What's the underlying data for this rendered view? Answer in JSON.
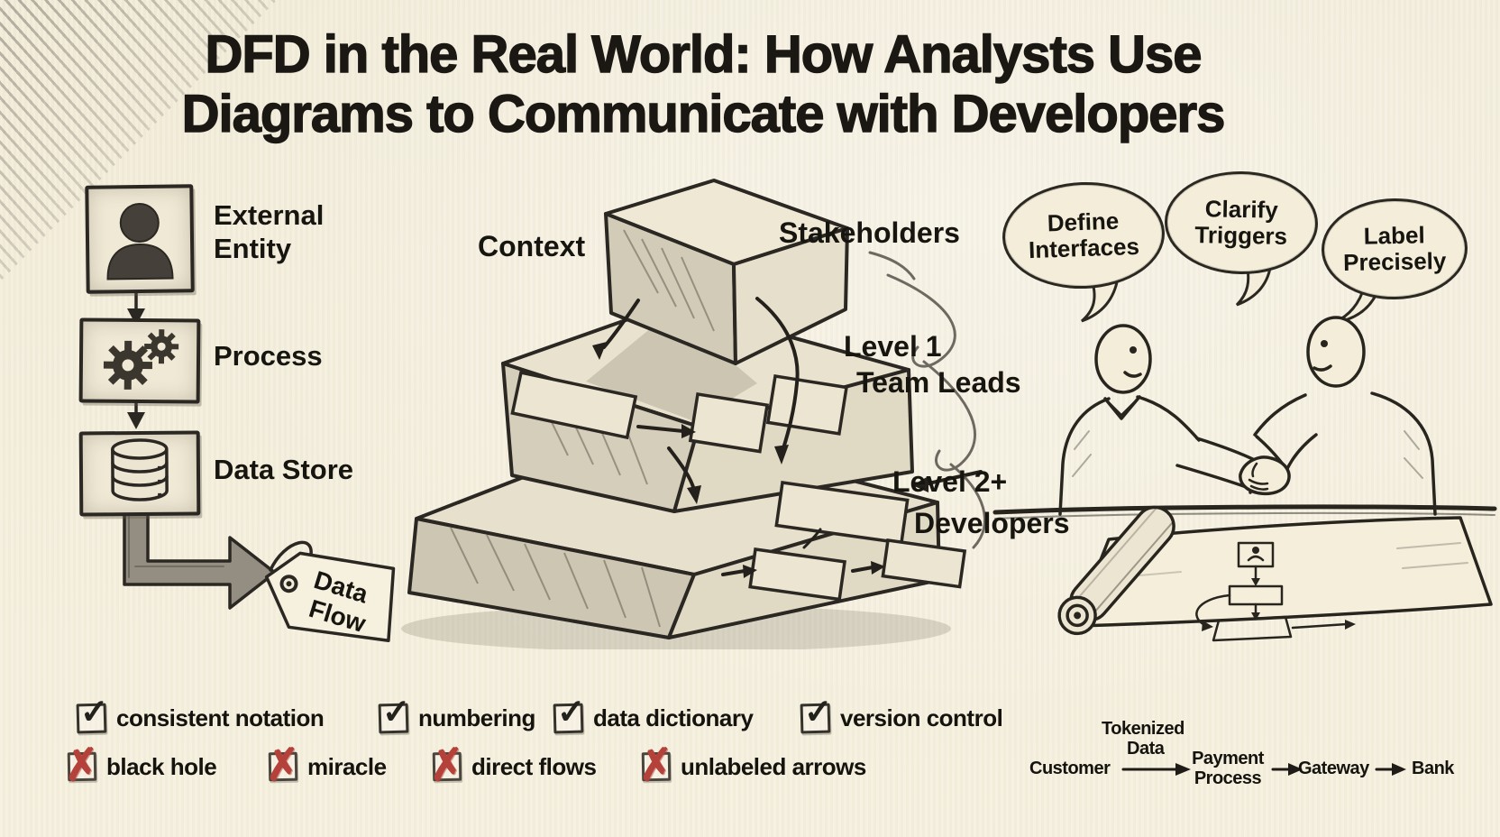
{
  "title": {
    "line1": "DFD in the Real World: How Analysts Use",
    "line2": "Diagrams to Communicate with Developers"
  },
  "legend": {
    "external_entity": "External Entity",
    "process": "Process",
    "data_store": "Data Store",
    "data_flow_tag": {
      "line1": "Data",
      "line2": "Flow"
    }
  },
  "pyramid": {
    "context": "Context",
    "stakeholders": "Stakeholders",
    "level1": "Level 1",
    "level1_audience": "Team Leads",
    "level2": "Level 2+",
    "level2_audience": "Developers"
  },
  "bubbles": [
    {
      "text": "Define Interfaces"
    },
    {
      "text": "Clarify Triggers"
    },
    {
      "text": "Label Precisely"
    }
  ],
  "checklist_good": [
    {
      "label": "consistent notation"
    },
    {
      "label": "numbering"
    },
    {
      "label": "data dictionary"
    },
    {
      "label": "version control"
    }
  ],
  "checklist_bad": [
    {
      "label": "black hole"
    },
    {
      "label": "miracle"
    },
    {
      "label": "direct flows"
    },
    {
      "label": "unlabeled arrows"
    }
  ],
  "mini_flow": {
    "source": "Customer",
    "edge_label": {
      "line1": "Tokenized",
      "line2": "Data"
    },
    "process": "Payment Process",
    "gateway": "Gateway",
    "bank": "Bank"
  },
  "glyphs": {
    "tick": "✓",
    "cross": "✗"
  },
  "colors": {
    "paper": "#f3edda",
    "ink": "#211e18",
    "pencil_gray": "#8f897d",
    "red_x": "#b5423a"
  }
}
